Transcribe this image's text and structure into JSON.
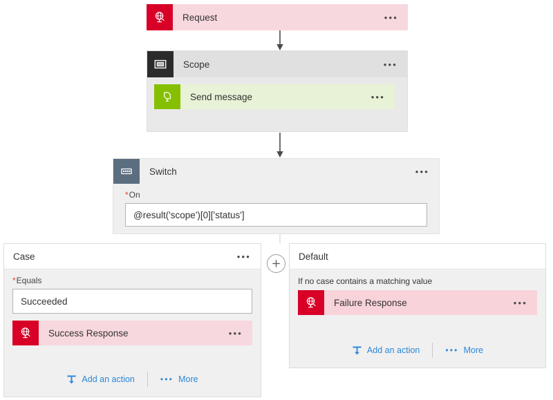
{
  "colors": {
    "request_red": "#d80027",
    "request_card_bg": "#f7d8de",
    "scope_icon_bg": "#2b2b2b",
    "scope_bg": "#e6e6e6",
    "sendmessage_green": "#85bf00",
    "sendmessage_card_bg": "#e7f2d6",
    "switch_icon_bg": "#5b6e80",
    "panel_bg": "#f0f0f0",
    "link_blue": "#2b88d8",
    "required_star": "#d24726"
  },
  "flow": {
    "trigger": {
      "title": "Request",
      "icon": "request-globe-icon",
      "menu": "•••"
    },
    "scope": {
      "title": "Scope",
      "icon": "scope-frame-icon",
      "menu": "•••",
      "actions": [
        {
          "title": "Send message",
          "icon": "service-bus-icon",
          "menu": "•••"
        }
      ]
    },
    "switch": {
      "title": "Switch",
      "icon": "switch-icon",
      "menu": "•••",
      "field": {
        "required_marker": "*",
        "label": "On",
        "value": "@result('scope')[0]['status']"
      }
    },
    "add_case_button": {
      "icon": "plus-icon",
      "glyph": "+"
    },
    "case_panel": {
      "title": "Case",
      "menu": "•••",
      "field": {
        "required_marker": "*",
        "label": "Equals",
        "value": "Succeeded"
      },
      "action": {
        "title": "Success Response",
        "icon": "request-globe-icon",
        "menu": "•••"
      },
      "footer": {
        "add_action_label": "Add an action",
        "add_action_icon": "insert-action-icon",
        "more_label": "More",
        "more_dots": "•••"
      }
    },
    "default_panel": {
      "title": "Default",
      "hint": "If no case contains a matching value",
      "action": {
        "title": "Failure Response",
        "icon": "request-globe-icon",
        "menu": "•••"
      },
      "footer": {
        "add_action_label": "Add an action",
        "add_action_icon": "insert-action-icon",
        "more_label": "More",
        "more_dots": "•••"
      }
    }
  }
}
